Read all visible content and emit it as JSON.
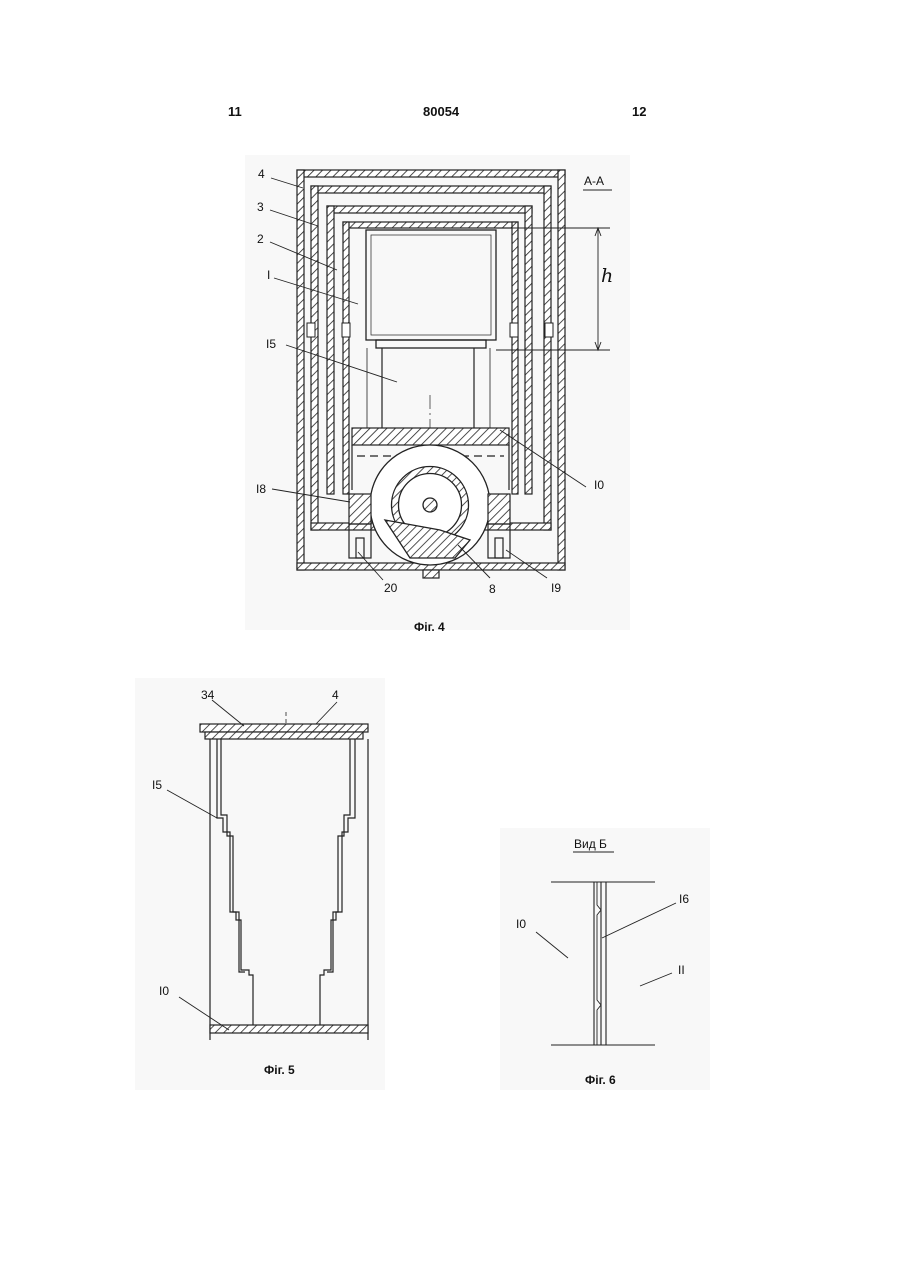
{
  "header": {
    "left": "11",
    "center": "80054",
    "right": "12"
  },
  "fig4": {
    "caption": "Фіг. 4",
    "section_label": "А-А",
    "dimension_label": "h",
    "labels": [
      "4",
      "3",
      "2",
      "I",
      "I5",
      "I8",
      "I0",
      "20",
      "8",
      "I9"
    ]
  },
  "fig5": {
    "caption": "Фіг. 5",
    "labels": [
      "34",
      "4",
      "I5",
      "I0"
    ]
  },
  "fig6": {
    "caption": "Фіг. 6",
    "title": "Вид Б",
    "labels": [
      "I6",
      "I0",
      "II"
    ]
  },
  "colors": {
    "ink": "#222222",
    "paper": "#ffffff",
    "shade": "#f7f7f7"
  }
}
